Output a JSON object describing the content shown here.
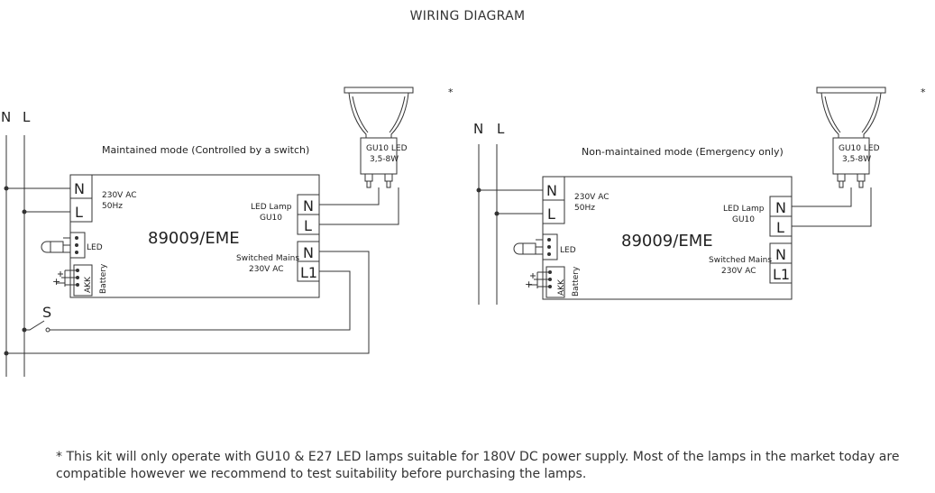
{
  "title": "WIRING DIAGRAM",
  "rails": {
    "neutral": "N",
    "live": "L"
  },
  "asterisk": "*",
  "lamp": {
    "line1": "GU10 LED",
    "line2": "3,5-8W"
  },
  "module": {
    "model": "89009/EME",
    "supply_line1": "230V AC",
    "supply_line2": "50Hz",
    "led_lamp_line1": "LED Lamp",
    "led_lamp_line2": "GU10",
    "switched_line1": "Switched Mains",
    "switched_line2": "230V AC",
    "led_label": "LED",
    "akk": "AKK",
    "battery": "Battery",
    "plus": "+",
    "minus": "−"
  },
  "terminals": {
    "n": "N",
    "l": "L",
    "l1": "L1"
  },
  "maintained_caption": "Maintained mode (Controlled by a switch)",
  "non_maintained_caption": "Non-maintained mode (Emergency only)",
  "switch_label": "S",
  "footnote": "* This kit will only operate with GU10 & E27 LED lamps suitable for 180V DC power supply. Most of the lamps in the market today are compatible however we recommend to test suitability before purchasing the lamps."
}
